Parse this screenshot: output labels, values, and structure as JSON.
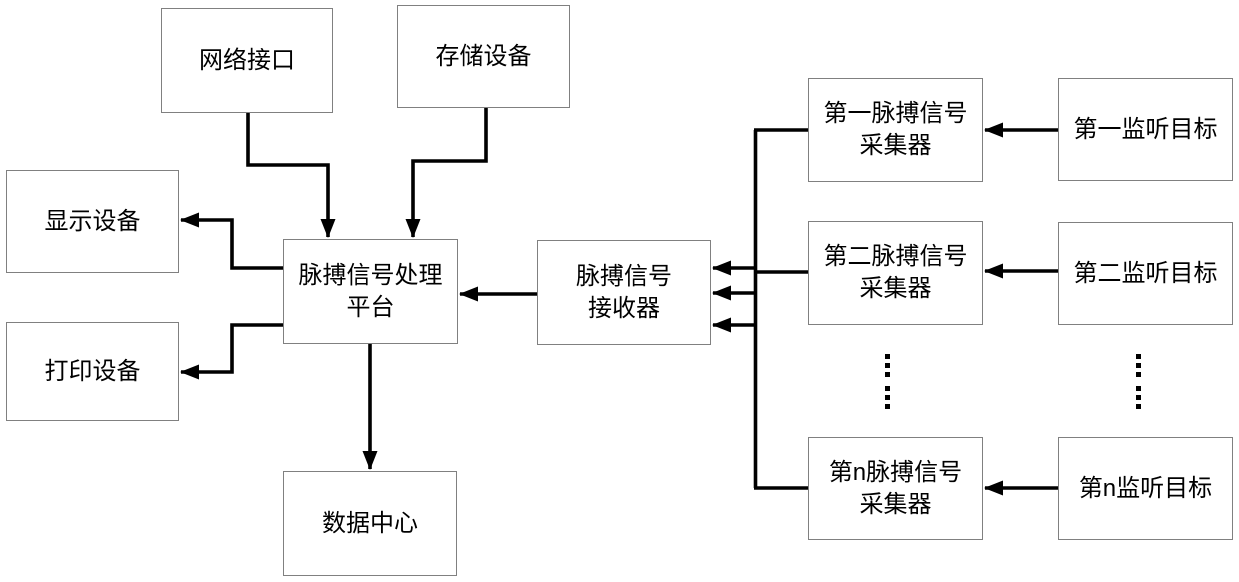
{
  "diagram": {
    "title_hint": "pulse-signal monitoring system block diagram",
    "nodes": {
      "network_interface": {
        "label": "网络接口"
      },
      "storage_device": {
        "label": "存储设备"
      },
      "display_device": {
        "label": "显示设备"
      },
      "print_device": {
        "label": "打印设备"
      },
      "platform": {
        "label": "脉搏信号处理\n平台"
      },
      "receiver": {
        "label": "脉搏信号\n接收器"
      },
      "data_center": {
        "label": "数据中心"
      },
      "collector_1": {
        "label": "第一脉搏信号\n采集器"
      },
      "collector_2": {
        "label": "第二脉搏信号\n采集器"
      },
      "collector_n": {
        "label": "第n脉搏信号\n采集器"
      },
      "target_1": {
        "label": "第一监听目标"
      },
      "target_2": {
        "label": "第二监听目标"
      },
      "target_n": {
        "label": "第n监听目标"
      }
    },
    "edges": [
      "network_interface -> platform",
      "storage_device -> platform",
      "platform -> display_device",
      "platform -> print_device",
      "receiver -> platform",
      "platform -> data_center",
      "collector_1 -> receiver",
      "collector_2 -> receiver",
      "collector_n -> receiver",
      "target_1 -> collector_1",
      "target_2 -> collector_2",
      "target_n -> collector_n"
    ],
    "ellipsis_icon": "vertical-dots",
    "colors": {
      "background": "#ffffff",
      "box_border": "#808080",
      "line": "#000000",
      "text": "#000000"
    }
  }
}
